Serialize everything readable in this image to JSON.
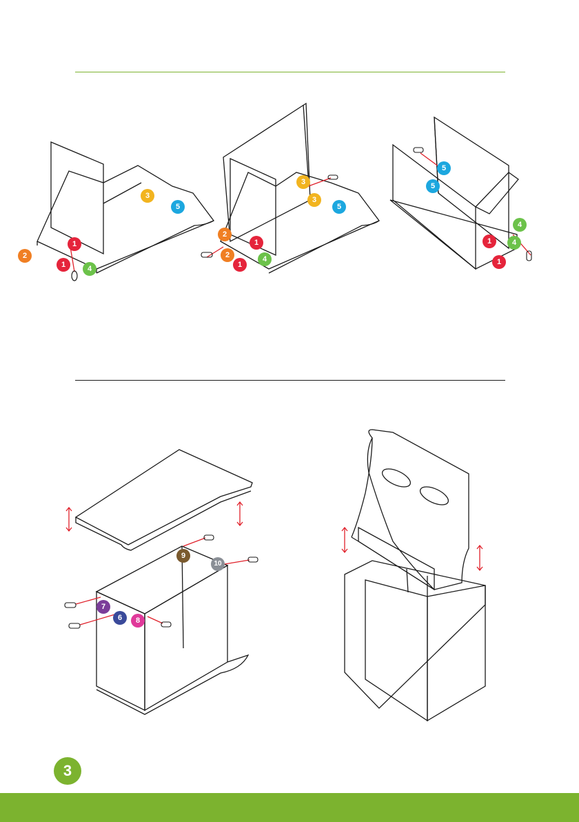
{
  "page": {
    "number": "3"
  },
  "colors": {
    "accent": "#7cb32f",
    "line": "#1a1a1a",
    "arrow": "#e0202a",
    "badge_1": "#e5243b",
    "badge_2": "#f07f23",
    "badge_3": "#f2b41f",
    "badge_4": "#6cc24a",
    "badge_5": "#1ca7df",
    "badge_6": "#3a4a9a",
    "badge_7": "#7b3d99",
    "badge_8": "#e0399a",
    "badge_9": "#7a5a2e",
    "badge_10": "#8a8f96"
  },
  "steps": {
    "fig1": {
      "labels": [
        "1",
        "1",
        "2",
        "3",
        "4",
        "5"
      ]
    },
    "fig2": {
      "labels": [
        "1",
        "1",
        "2",
        "2",
        "3",
        "3",
        "4",
        "5"
      ]
    },
    "fig3": {
      "labels": [
        "1",
        "1",
        "4",
        "4",
        "5",
        "5"
      ]
    },
    "fig4": {
      "labels": [
        "6",
        "7",
        "8",
        "9",
        "10"
      ]
    }
  }
}
